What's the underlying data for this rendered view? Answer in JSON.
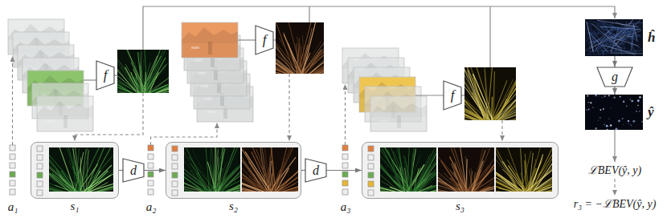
{
  "diagram": {
    "nodes": [
      {
        "text": [
          "f"
        ]
      },
      {
        "text": [
          "f"
        ]
      },
      {
        "text": [
          "f"
        ]
      },
      {
        "text": [
          "ĥ"
        ]
      },
      {
        "text": [
          "g"
        ]
      },
      {
        "text": [
          "ŷ"
        ]
      },
      {
        "text": [
          "s₁"
        ]
      },
      {
        "text": [
          "d"
        ]
      },
      {
        "text": [
          "s₂"
        ]
      },
      {
        "text": [
          "d"
        ]
      },
      {
        "text": [
          "s₃"
        ]
      }
    ],
    "edges": [
      {
        "from": 3,
        "to": 4,
        "arrow": "to"
      },
      {
        "from": 4,
        "to": 5,
        "arrow": "to"
      },
      {
        "from": 6,
        "to": 7,
        "arrow": "none"
      },
      {
        "from": 7,
        "to": 8,
        "arrow": "to"
      },
      {
        "from": 8,
        "to": 9,
        "arrow": "none"
      },
      {
        "from": 9,
        "to": 10,
        "arrow": "to"
      }
    ],
    "labels": [
      "a₁",
      "a₂",
      "a₃",
      "ℒBEV(ŷ, y)",
      "r₃ = −ℒBEV(ŷ, y)"
    ]
  }
}
